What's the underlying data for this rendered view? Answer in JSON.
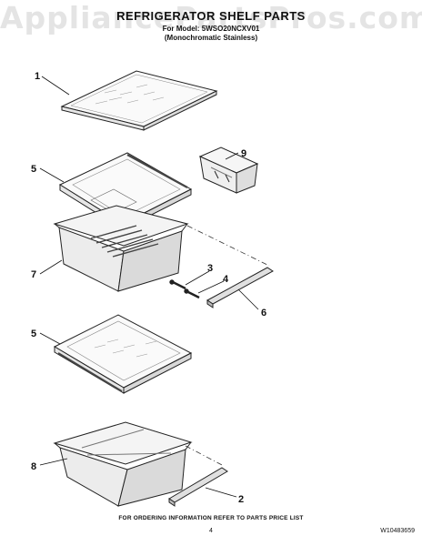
{
  "watermark": "AppliancePartsPros.com",
  "header": {
    "title": "REFRIGERATOR SHELF PARTS",
    "model_line": "For Model: 5WSO20NCXV01",
    "variant": "(Monochromatic Stainless)"
  },
  "callouts": {
    "c1": "1",
    "c5a": "5",
    "c9": "9",
    "c7": "7",
    "c3": "3",
    "c4": "4",
    "c6": "6",
    "c5b": "5",
    "c8": "8",
    "c2": "2"
  },
  "footer": {
    "note": "FOR ORDERING INFORMATION REFER TO PARTS PRICE LIST",
    "page": "4",
    "doc_number": "W10483659"
  }
}
